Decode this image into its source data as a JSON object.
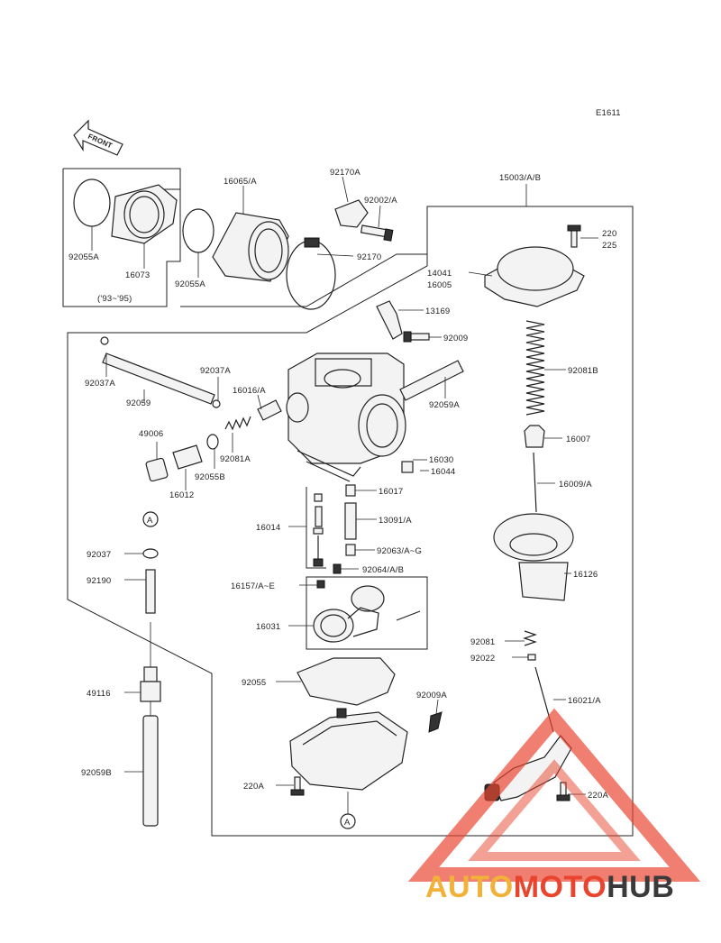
{
  "diagram_code": "E1611",
  "front_arrow_label": "FRONT",
  "year_note": "('93~'95)",
  "reference_marker": "A",
  "watermark": {
    "part1": "AUTO",
    "part2": "MOTO",
    "part3": "HUB",
    "color1": "#f2b23a",
    "color2": "#e8442e",
    "color3": "#3a3a3a"
  },
  "callouts": {
    "c92055A_left": "92055A",
    "c16073": "16073",
    "c92055A_mid": "92055A",
    "c16065A": "16065/A",
    "c92170A": "92170A",
    "c92002A": "92002/A",
    "c92170": "92170",
    "c15003AB": "15003/A/B",
    "c220": "220",
    "c225": "225",
    "c14041": "14041",
    "c16005": "16005",
    "c13169": "13169",
    "c92009": "92009",
    "c92081B": "92081B",
    "c92037A_left": "92037A",
    "c92059": "92059",
    "c92037A_mid": "92037A",
    "c16016A": "16016/A",
    "c92059A": "92059A",
    "c49006": "49006",
    "c92081A": "92081A",
    "c92055B": "92055B",
    "c16012": "16012",
    "c16007": "16007",
    "c16030": "16030",
    "c16044": "16044",
    "c16017": "16017",
    "c16009A": "16009/A",
    "c16014": "16014",
    "c13091A": "13091/A",
    "c92037": "92037",
    "c92063AG": "92063/A~G",
    "c92064AB": "92064/A/B",
    "c92190": "92190",
    "c16126": "16126",
    "c16157AE": "16157/A~E",
    "c16031": "16031",
    "c92081": "92081",
    "c92022": "92022",
    "c92055": "92055",
    "c49116": "49116",
    "c92009A": "92009A",
    "c16021A": "16021/A",
    "c92059B": "92059B",
    "c220A_left": "220A",
    "c220A_right": "220A"
  }
}
